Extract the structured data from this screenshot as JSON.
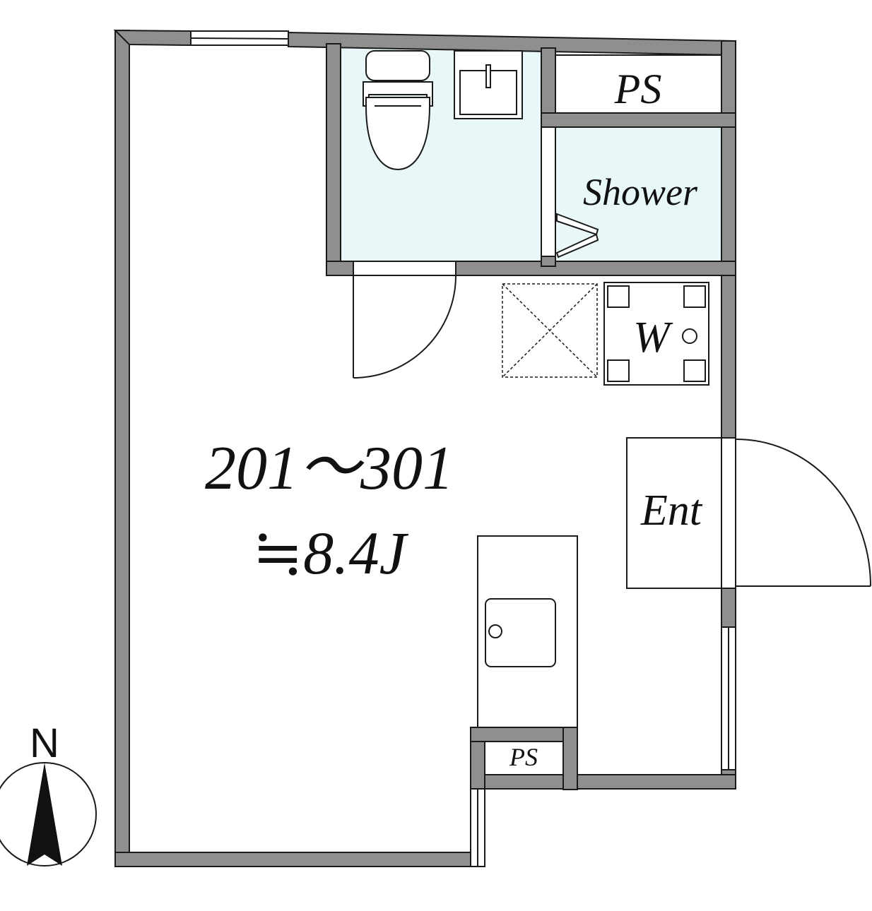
{
  "labels": {
    "ps_top": "PS",
    "shower": "Shower",
    "washer": "W",
    "entrance": "Ent",
    "unit_numbers": "201～301",
    "room_size": "≒8.4J",
    "ps_small": "PS",
    "north": "N"
  },
  "colors": {
    "wall_fill": "#8f8f8f",
    "wet_area": "#e8f8f9",
    "line": "#1a1a1a"
  },
  "icons": {
    "toilet": "toilet-icon",
    "sink": "washbasin-icon",
    "kitchen_sink": "kitchen-sink-icon",
    "washer": "washing-machine-icon",
    "compass": "north-arrow-icon"
  }
}
